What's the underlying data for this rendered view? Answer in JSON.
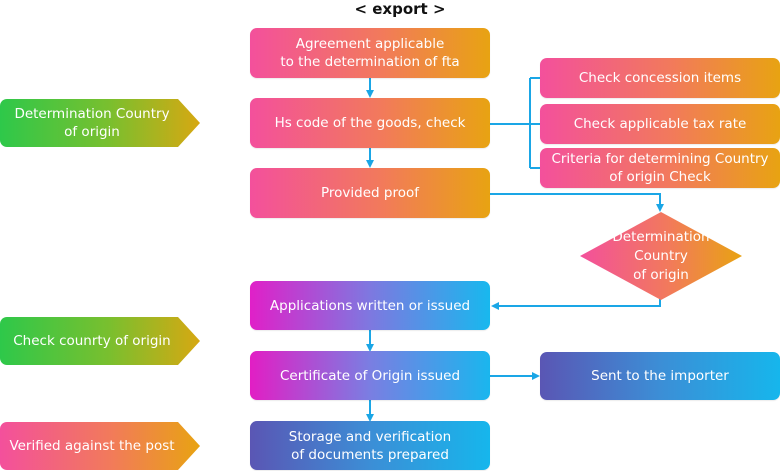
{
  "title": "< export >",
  "colors": {
    "warm_start": "#f3509c",
    "warm_end": "#e8a312",
    "cool_start": "#e020c8",
    "cool_end": "#18b8ee",
    "green_start": "#2ec84a",
    "connector": "#1aa6e6"
  },
  "side_labels": {
    "determination": "Determination Country\nof origin",
    "check_country": "Check counrty of origin",
    "verified": "Verified against the post"
  },
  "steps": {
    "agreement": "Agreement applicable\nto the determination of fta",
    "hs_code": "Hs code of the goods, check",
    "proof": "Provided proof",
    "applications": "Applications written or issued",
    "certificate": "Certificate of Origin issued",
    "storage": "Storage and verification\nof documents prepared"
  },
  "checks": {
    "concession": "Check concession items",
    "tax_rate": "Check applicable tax rate",
    "criteria": "Criteria for determining Country\nof origin Check"
  },
  "decision": "Determination\nCountry\nof origin",
  "sent": "Sent to the importer"
}
